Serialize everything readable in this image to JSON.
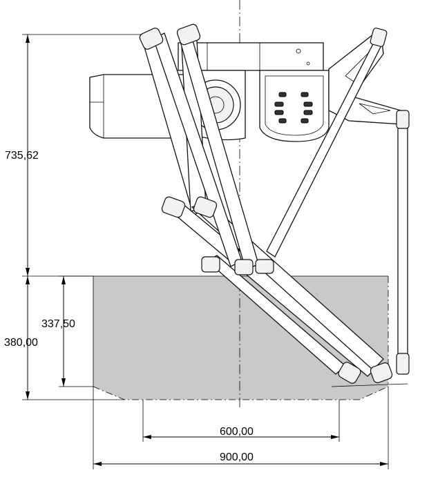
{
  "drawing": {
    "dimensions": {
      "total_height": "735,62",
      "workspace_height_outer": "380,00",
      "workspace_height_inner": "337,50",
      "bottom_width": "600,00",
      "top_width": "900,00"
    }
  }
}
